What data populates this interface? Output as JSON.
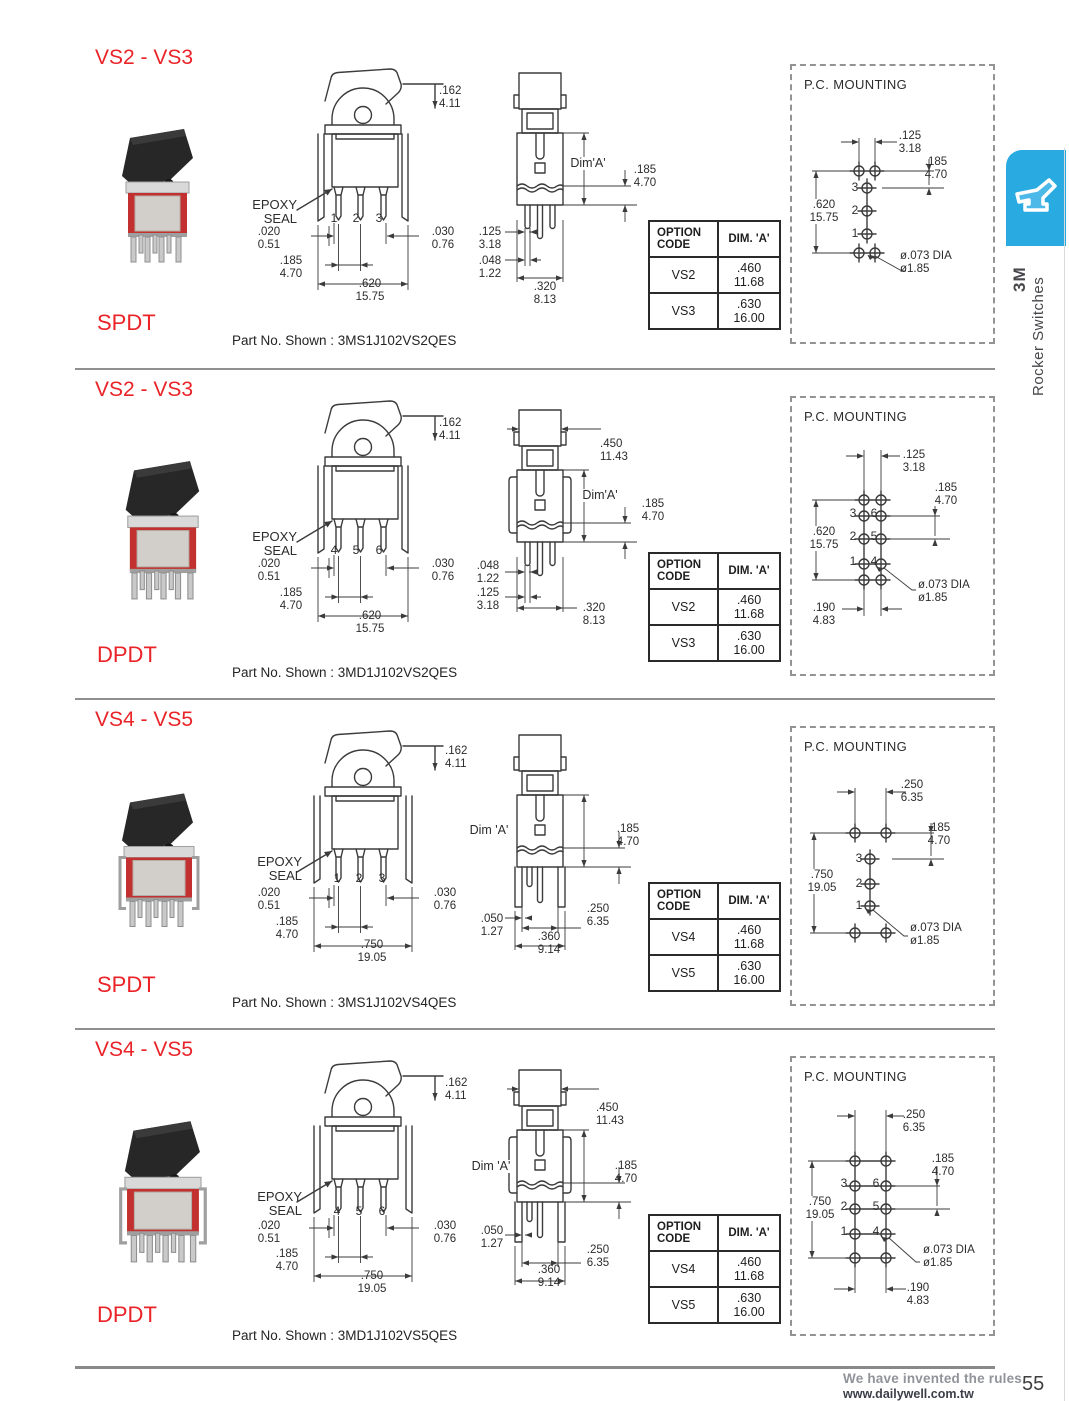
{
  "colors": {
    "accent_red": "#ea2328",
    "tab_blue": "#29abe2",
    "rule_gray": "#8f8f8f"
  },
  "sidebar": {
    "series": "3M",
    "category": "Rocker  Switches",
    "icon": "rocker-switch-icon"
  },
  "footer": {
    "tagline": "We have invented the rules",
    "website": "www.dailywell.com.tw",
    "page_number": "55"
  },
  "sections": [
    {
      "title": "VS2 - VS3",
      "type": "SPDT",
      "part": "Part No. Shown : 3MS1J102VS2QES",
      "epoxy": "EPOXY\nSEAL",
      "pins": [
        "1",
        "2",
        "3"
      ],
      "front": {
        "h": ".162\n4.11",
        "g1": ".020\n0.51",
        "g2": ".030\n0.76",
        "p": ".185\n4.70",
        "s": ".620\n15.75"
      },
      "side": {
        "a": "Dim'A'",
        "e": ".185\n4.70",
        "t1": ".125\n3.18",
        "t2": ".048\n1.22",
        "w": ".320\n8.13"
      },
      "table": {
        "h1": "OPTION\nCODE",
        "h2": "DIM. 'A'",
        "r1": [
          "VS2",
          ".460\n11.68"
        ],
        "r2": [
          "VS3",
          ".630\n16.00"
        ]
      },
      "pc": {
        "title": "P.C. MOUNTING",
        "c": ".125\n3.18",
        "r": ".185\n4.70",
        "s": ".620\n15.75",
        "hole": "ø.073 DIA\nø1.85",
        "n": [
          "3",
          "2",
          "1"
        ]
      }
    },
    {
      "title": "VS2 - VS3",
      "type": "DPDT",
      "part": "Part No. Shown : 3MD1J102VS2QES",
      "epoxy": "EPOXY\nSEAL",
      "pins": [
        "4",
        "5",
        "6"
      ],
      "front": {
        "h": ".162\n4.11",
        "g1": ".020\n0.51",
        "g2": ".030\n0.76",
        "p": ".185\n4.70",
        "s": ".620\n15.75"
      },
      "side": {
        "top": ".450\n11.43",
        "a": "Dim'A'",
        "e": ".185\n4.70",
        "t1": ".048\n1.22",
        "t2": ".125\n3.18",
        "w": ".320\n8.13"
      },
      "table": {
        "h1": "OPTION\nCODE",
        "h2": "DIM. 'A'",
        "r1": [
          "VS2",
          ".460\n11.68"
        ],
        "r2": [
          "VS3",
          ".630\n16.00"
        ]
      },
      "pc": {
        "title": "P.C. MOUNTING",
        "c": ".125\n3.18",
        "r": ".185\n4.70",
        "s": ".620\n15.75",
        "hole": "ø.073 DIA\nø1.85",
        "b": ".190\n4.83",
        "n": [
          "3",
          "2",
          "1"
        ],
        "m": [
          "6",
          "5",
          "4"
        ]
      }
    },
    {
      "title": "VS4 - VS5",
      "type": "SPDT",
      "part": "Part No. Shown : 3MS1J102VS4QES",
      "epoxy": "EPOXY\nSEAL",
      "pins": [
        "1",
        "2",
        "3"
      ],
      "front": {
        "h": ".162\n4.11",
        "g1": ".020\n0.51",
        "g2": ".030\n0.76",
        "p": ".185\n4.70",
        "s": ".750\n19.05"
      },
      "side": {
        "a": "Dim 'A'",
        "e": ".185\n4.70",
        "t1": ".050\n1.27",
        "t2": ".250\n6.35",
        "w": ".360\n9.14"
      },
      "table": {
        "h1": "OPTION\nCODE",
        "h2": "DIM. 'A'",
        "r1": [
          "VS4",
          ".460\n11.68"
        ],
        "r2": [
          "VS5",
          ".630\n16.00"
        ]
      },
      "pc": {
        "title": "P.C. MOUNTING",
        "c": ".250\n6.35",
        "r": ".185\n4.70",
        "s": ".750\n19.05",
        "hole": "ø.073 DIA\nø1.85",
        "n": [
          "3",
          "2",
          "1"
        ]
      }
    },
    {
      "title": "VS4 - VS5",
      "type": "DPDT",
      "part": "Part No. Shown : 3MD1J102VS5QES",
      "epoxy": "EPOXY\nSEAL",
      "pins": [
        "4",
        "5",
        "6"
      ],
      "front": {
        "h": ".162\n4.11",
        "g1": ".020\n0.51",
        "g2": ".030\n0.76",
        "p": ".185\n4.70",
        "s": ".750\n19.05"
      },
      "side": {
        "top": ".450\n11.43",
        "a": "Dim 'A'",
        "e": ".185\n4.70",
        "t1": ".050\n1.27",
        "t2": ".250\n6.35",
        "w": ".360\n9.14"
      },
      "table": {
        "h1": "OPTION\nCODE",
        "h2": "DIM. 'A'",
        "r1": [
          "VS4",
          ".460\n11.68"
        ],
        "r2": [
          "VS5",
          ".630\n16.00"
        ]
      },
      "pc": {
        "title": "P.C. MOUNTING",
        "c": ".250\n6.35",
        "r": ".185\n4.70",
        "s": ".750\n19.05",
        "hole": "ø.073 DIA\nø1.85",
        "b": ".190\n4.83",
        "n": [
          "3",
          "2",
          "1"
        ],
        "m": [
          "6",
          "5",
          "4"
        ]
      }
    }
  ]
}
